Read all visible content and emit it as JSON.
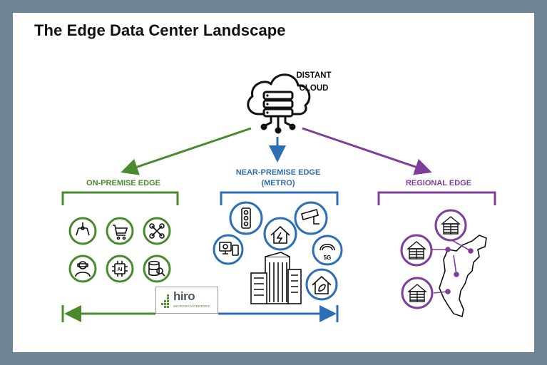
{
  "title": "The Edge Data Center Landscape",
  "cloud": {
    "label_line1": "DISTANT",
    "label_line2": "CLOUD",
    "icon": "cloud-server-icon"
  },
  "on_premise": {
    "label": "ON-PREMISE EDGE",
    "color": "#4a8a2e",
    "icons": [
      "robotic-claw-icon",
      "shopping-cart-icon",
      "drone-icon",
      "vr-headset-user-icon",
      "ai-chip-icon",
      "database-search-icon"
    ]
  },
  "near_premise": {
    "label_line1": "NEAR-PREMISE EDGE",
    "label_line2": "(METRO)",
    "color": "#2c6fb4",
    "icons": [
      "traffic-light-icon",
      "smart-home-energy-icon",
      "security-camera-icon",
      "devices-icon",
      "5g-icon",
      "eco-home-icon",
      "city-buildings-icon"
    ]
  },
  "regional": {
    "label": "REGIONAL EDGE",
    "color": "#7d3f9b",
    "icons": [
      "data-center-icon",
      "data-center-icon",
      "data-center-icon",
      "us-east-coast-map-icon"
    ]
  },
  "logo": {
    "word": "hiro",
    "sub": "MICRODATACENTERS"
  }
}
